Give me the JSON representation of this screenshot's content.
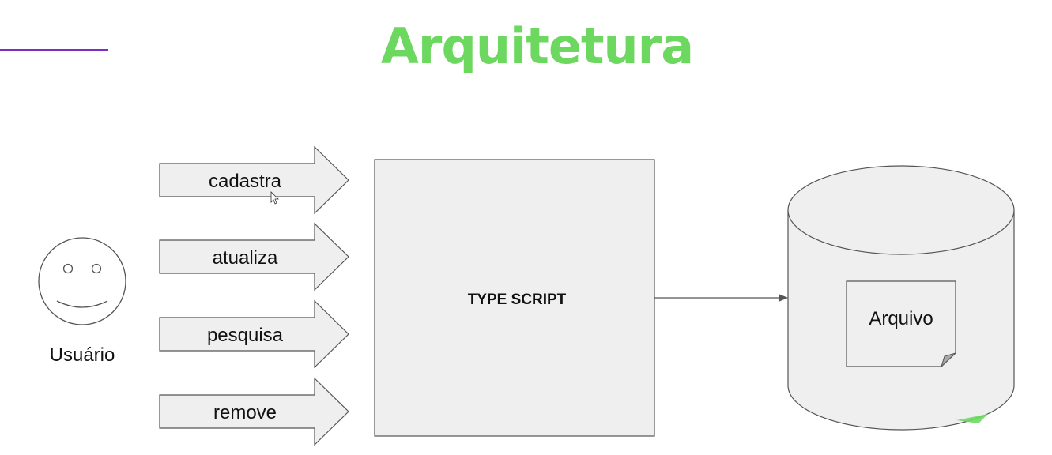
{
  "title": "Arquitetura",
  "colors": {
    "title": "#6dd85f",
    "accent_line": "#7b2fbf",
    "shape_fill": "#efeff0",
    "shape_stroke": "#555555"
  },
  "user": {
    "icon": "smiley-face-icon",
    "label": "Usuário"
  },
  "actions": [
    {
      "label": "cadastra"
    },
    {
      "label": "atualiza"
    },
    {
      "label": "pesquisa"
    },
    {
      "label": "remove"
    }
  ],
  "core": {
    "label": "TYPE SCRIPT"
  },
  "storage": {
    "icon": "database-cylinder-icon",
    "file_label": "Arquivo"
  }
}
